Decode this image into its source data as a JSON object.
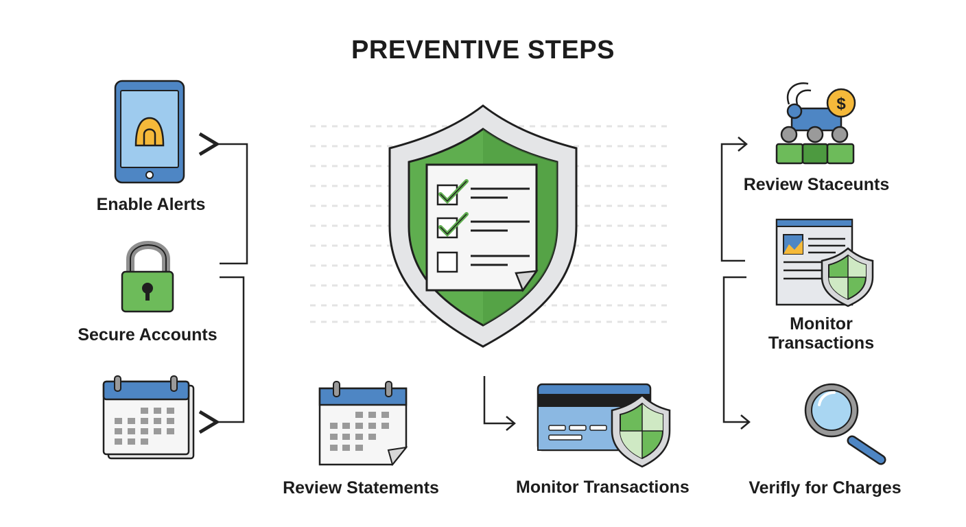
{
  "title": "PREVENTIVE STEPS",
  "steps": {
    "enable_alerts": "Enable Alerts",
    "secure_accounts": "Secure Accounts",
    "review_statements": "Review Statements",
    "monitor_transactions_bottom": "Monitor Transactions",
    "review_right": "Review Staceunts",
    "monitor_transactions_right": "Monitor\nTransactions",
    "verify_charges": "Verifly for Charges"
  },
  "icons": {
    "center": "shield-checklist-icon",
    "alerts": "phone-bell-icon",
    "secure": "padlock-icon",
    "calendar": "calendar-icon",
    "card": "credit-card-shield-icon",
    "people": "people-money-icon",
    "document": "document-shield-icon",
    "magnifier": "magnifying-glass-icon"
  },
  "colors": {
    "green": "#6dbb5a",
    "blue": "#4e86c4",
    "gold": "#f5b93a",
    "gray": "#9a9a9a"
  }
}
